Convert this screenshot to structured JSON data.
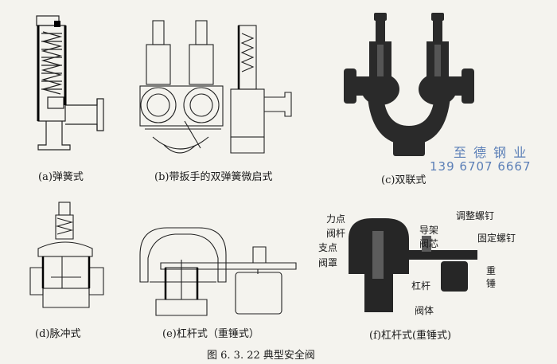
{
  "captions": {
    "a": "(a)弹簧式",
    "b": "(b)带扳手的双弹簧微启式",
    "c": "(c)双联式",
    "d": "(d)脉冲式",
    "e": "(e)杠杆式（重锤式）",
    "f": "(f)杠杆式(重锤式)"
  },
  "figure_title": "图 6. 3. 22   典型安全阀",
  "watermark": {
    "company": "至 德 钢 业",
    "phone": "139 6707 6667"
  },
  "f_labels": {
    "force_point": "力点",
    "valve_stem": "阀杆",
    "fulcrum": "支点",
    "valve_cover": "阀罩",
    "guide": "导架",
    "valve_core": "阀芯",
    "adjust_screw": "调整螺钉",
    "fix_screw": "固定螺钉",
    "lever": "杠杆",
    "weight": "重\n锤",
    "valve_body": "阀体"
  }
}
